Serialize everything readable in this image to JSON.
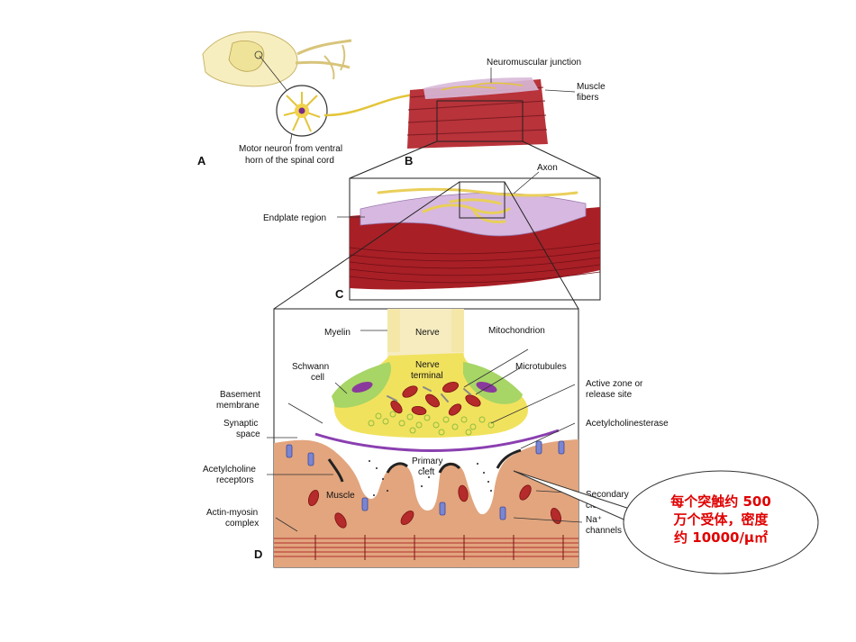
{
  "labels": {
    "neuromuscular_junction": "Neuromuscular junction",
    "muscle_fibers_1": "Muscle",
    "muscle_fibers_2": "fibers",
    "motor_neuron_1": "Motor neuron from ventral",
    "motor_neuron_2": "horn of the spinal cord",
    "panel_a": "A",
    "panel_b": "B",
    "axon": "Axon",
    "endplate_region": "Endplate region",
    "panel_c": "C",
    "myelin": "Myelin",
    "nerve": "Nerve",
    "mitochondrion": "Mitochondrion",
    "schwann_1": "Schwann",
    "schwann_2": "cell",
    "nerve_terminal_1": "Nerve",
    "nerve_terminal_2": "terminal",
    "microtubules": "Microtubules",
    "active_zone_1": "Active zone or",
    "active_zone_2": "release site",
    "basement_1": "Basement",
    "basement_2": "membrane",
    "synaptic_1": "Synaptic",
    "synaptic_2": "space",
    "acetylcholinesterase": "Acetylcholinesterase",
    "primary_cleft_1": "Primary",
    "primary_cleft_2": "cleft",
    "ach_receptors_1": "Acetylcholine",
    "ach_receptors_2": "receptors",
    "muscle": "Muscle",
    "secondary_cleft_1": "Secondary",
    "secondary_cleft_2": "cleft",
    "actin_myosin_1": "Actin-myosin",
    "actin_myosin_2": "complex",
    "na_channels_1": "Na⁺",
    "na_channels_2": "channels",
    "panel_d": "D"
  },
  "callout": {
    "line1": "每个突触约 500",
    "line2": "万个受体，密度",
    "line3": "约 10000/μ㎡",
    "color": "#e00000"
  }
}
